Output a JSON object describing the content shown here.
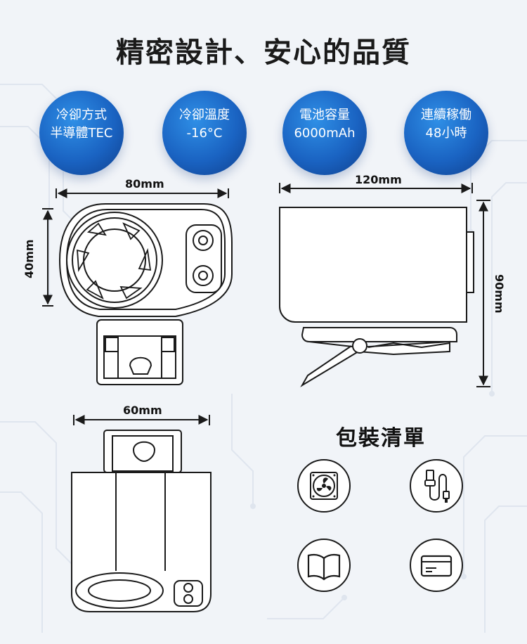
{
  "heading": "精密設計、安心的品質",
  "specs": [
    {
      "line1": "冷卻方式",
      "line2": "半導體TEC"
    },
    {
      "line1": "冷卻溫度",
      "line2": "-16°C"
    },
    {
      "line1": "電池容量",
      "line2": "6000mAh"
    },
    {
      "line1": "連續稼働",
      "line2": "48小時"
    }
  ],
  "dimensions": {
    "front_width": "80mm",
    "front_height": "40mm",
    "side_width": "120mm",
    "side_height": "90mm",
    "bottom_width": "60mm"
  },
  "package": {
    "title": "包裝清單",
    "items": [
      "fan-icon",
      "usb-cable-icon",
      "manual-book-icon",
      "card-icon"
    ]
  },
  "colors": {
    "badge_blue": "#1a63c2",
    "line": "#1a1a1a",
    "background": "#f1f4f8"
  }
}
